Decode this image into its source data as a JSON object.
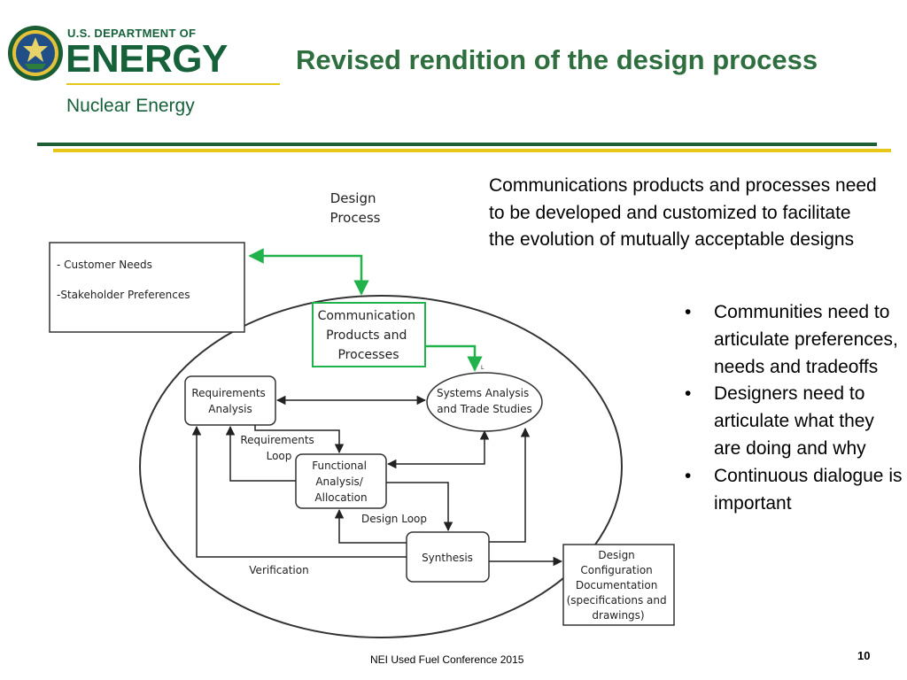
{
  "header": {
    "logo": {
      "icon": "doe-seal-icon",
      "line1": "U.S. DEPARTMENT OF",
      "line2": "ENERGY",
      "line3": "Nuclear Energy"
    },
    "title": "Revised rendition of the design process",
    "colors": {
      "brand_green": "#16613a",
      "title_green": "#2e6e3f",
      "rule_gold": "#e6c619",
      "diagram_green": "#22b24c"
    }
  },
  "diagram": {
    "design_process": [
      "Design",
      "Process"
    ],
    "customer_box": {
      "line1": "- Customer Needs",
      "line2": "-Stakeholder Preferences"
    },
    "communication_box": [
      "Communication",
      "Products and",
      "Processes"
    ],
    "requirements_analysis": [
      "Requirements",
      "Analysis"
    ],
    "systems_analysis": [
      "Systems Analysis",
      "and Trade Studies"
    ],
    "requirements_loop": [
      "Requirements",
      "Loop"
    ],
    "functional_analysis": [
      "Functional",
      "Analysis/",
      "Allocation"
    ],
    "design_loop": "Design Loop",
    "synthesis": "Synthesis",
    "verification": "Verification",
    "design_config": [
      "Design",
      "Configuration",
      "Documentation",
      "(specifications and",
      "drawings)"
    ]
  },
  "content": {
    "intro": "Communications products and processes need to be developed and customized to facilitate the evolution of mutually acceptable designs",
    "bullets": [
      "Communities need to articulate preferences, needs and tradeoffs",
      "Designers need to articulate what they are doing and why",
      "Continuous dialogue is important"
    ]
  },
  "footer": {
    "text": "NEI Used Fuel Conference 2015",
    "page_number": "10"
  }
}
